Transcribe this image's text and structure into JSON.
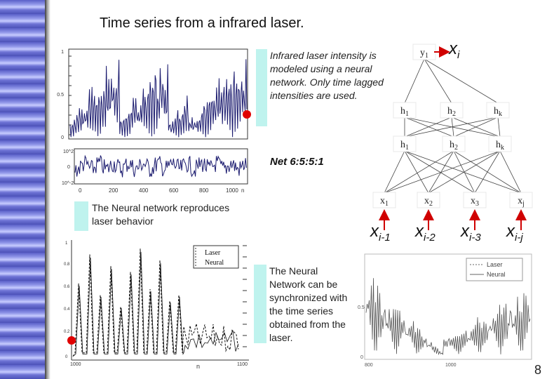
{
  "title": "Time series from a infrared laser.",
  "note_top": "Infrared laser intensity is modeled using a neural network. Only time lagged intensities are used.",
  "net_label": "Net 6:5:5:1",
  "note_mid": "The Neural network reproduces laser behavior",
  "note_bottom": "The Neural Network can be synchronized with the time series obtained from the laser.",
  "page_number": "8",
  "output_var": {
    "base": "x",
    "sub": "i"
  },
  "input_vars": [
    {
      "base": "x",
      "sub": "i-1"
    },
    {
      "base": "x",
      "sub": "i-2"
    },
    {
      "base": "x",
      "sub": "i-3"
    },
    {
      "base": "x",
      "sub": "i-j"
    }
  ],
  "network": {
    "output_nodes": [
      "y1"
    ],
    "hidden2_nodes": [
      "h1",
      "h2",
      "hk"
    ],
    "hidden1_nodes": [
      "h1",
      "h2",
      "hk"
    ],
    "input_nodes": [
      "x1",
      "x2",
      "x3",
      "xj"
    ]
  },
  "legend_left": [
    "Laser",
    "Neural"
  ],
  "legend_right": [
    "Laser",
    "Neural"
  ],
  "plot_top_ticks": {
    "x": [
      "0",
      "200",
      "400",
      "600",
      "800",
      "1000"
    ],
    "xlabel": "n",
    "y": [
      "1",
      "0.5",
      "0"
    ]
  },
  "plot_mid_ticks": {
    "y": [
      "10^2",
      "0",
      "10^-2"
    ]
  },
  "plot_left_ticks": {
    "x": [
      "1000",
      "1100"
    ],
    "xlabel": "n",
    "y": [
      "1",
      "0.8",
      "0.6",
      "0.4",
      "0.2",
      "0"
    ]
  },
  "plot_right_ticks": {
    "x": [
      "800",
      "1000"
    ],
    "y": [
      "0.5",
      "0"
    ]
  },
  "colors": {
    "binder": "#6f74d6",
    "note_bg": "#bff3ee",
    "signal": "#1a1a6e",
    "arrow": "#d00000"
  }
}
